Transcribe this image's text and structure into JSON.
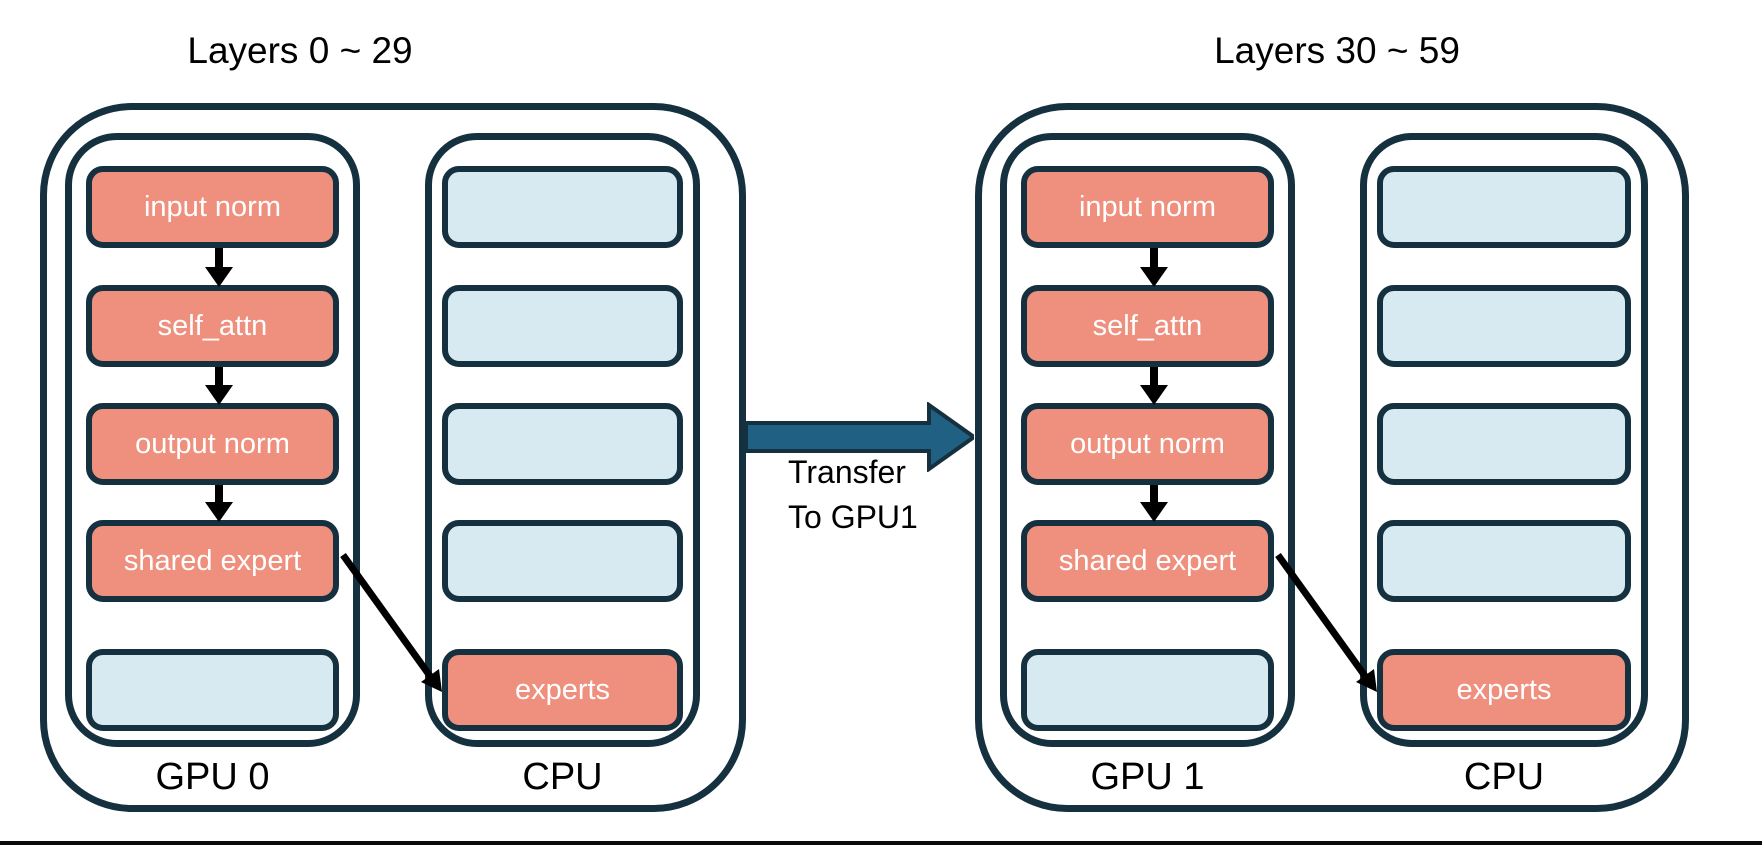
{
  "diagram": {
    "groups": [
      {
        "title": "Layers 0 ~ 29",
        "gpu": {
          "label": "GPU 0",
          "boxes": [
            "input norm",
            "self_attn",
            "output norm",
            "shared expert",
            ""
          ]
        },
        "cpu": {
          "label": "CPU",
          "boxes": [
            "",
            "",
            "",
            "",
            "experts"
          ]
        }
      },
      {
        "title": "Layers 30 ~ 59",
        "gpu": {
          "label": "GPU 1",
          "boxes": [
            "input norm",
            "self_attn",
            "output norm",
            "shared expert",
            ""
          ]
        },
        "cpu": {
          "label": "CPU",
          "boxes": [
            "",
            "",
            "",
            "",
            "experts"
          ]
        }
      }
    ],
    "transfer": {
      "line1": "Transfer",
      "line2": "To GPU1"
    }
  },
  "colors": {
    "module_fill": "#EF8F7D",
    "slot_fill": "#D7E9F1",
    "outline": "#15303E",
    "transfer_arrow_fill": "#206083",
    "flow_arrow": "#000000",
    "text_dark": "#000000",
    "text_light": "#FFFFFF",
    "bottom_rule": "#0A0A0A"
  }
}
